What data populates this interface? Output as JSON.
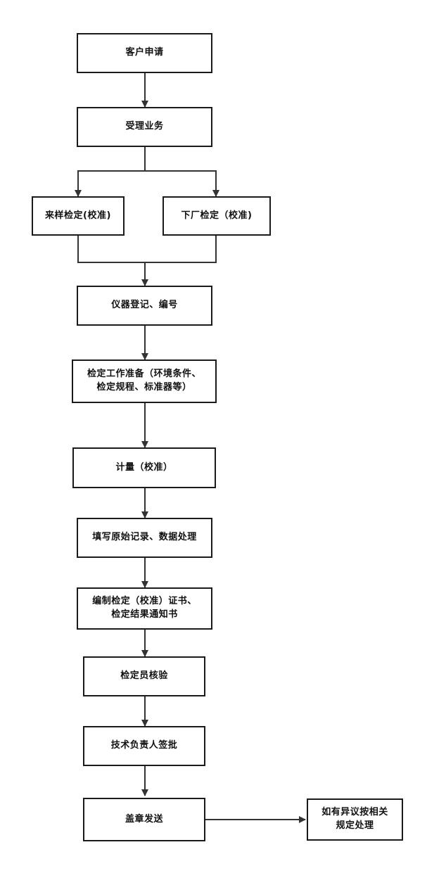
{
  "colors": {
    "stroke": "#333333",
    "border": "#1a1a1a",
    "background": "#ffffff"
  },
  "nodes": {
    "customer_application": "客户申请",
    "accept_business": "受理业务",
    "sample_verification": "来样检定(校准)",
    "onsite_verification": "下厂检定（校准)",
    "instrument_registration": "仪器登记、编号",
    "verification_preparation": "检定工作准备（环境条件、\n检定规程、标准器等）",
    "measurement": "计量（校准）",
    "fill_records": "填写原始记录、数据处理",
    "compile_certificate": "编制检定（校准）证书、\n检定结果通知书",
    "verifier_check": "检定员核验",
    "technical_approval": "技术负责人签批",
    "seal_and_send": "盖章发送",
    "objection_handling": "如有异议按相关\n规定处理"
  }
}
